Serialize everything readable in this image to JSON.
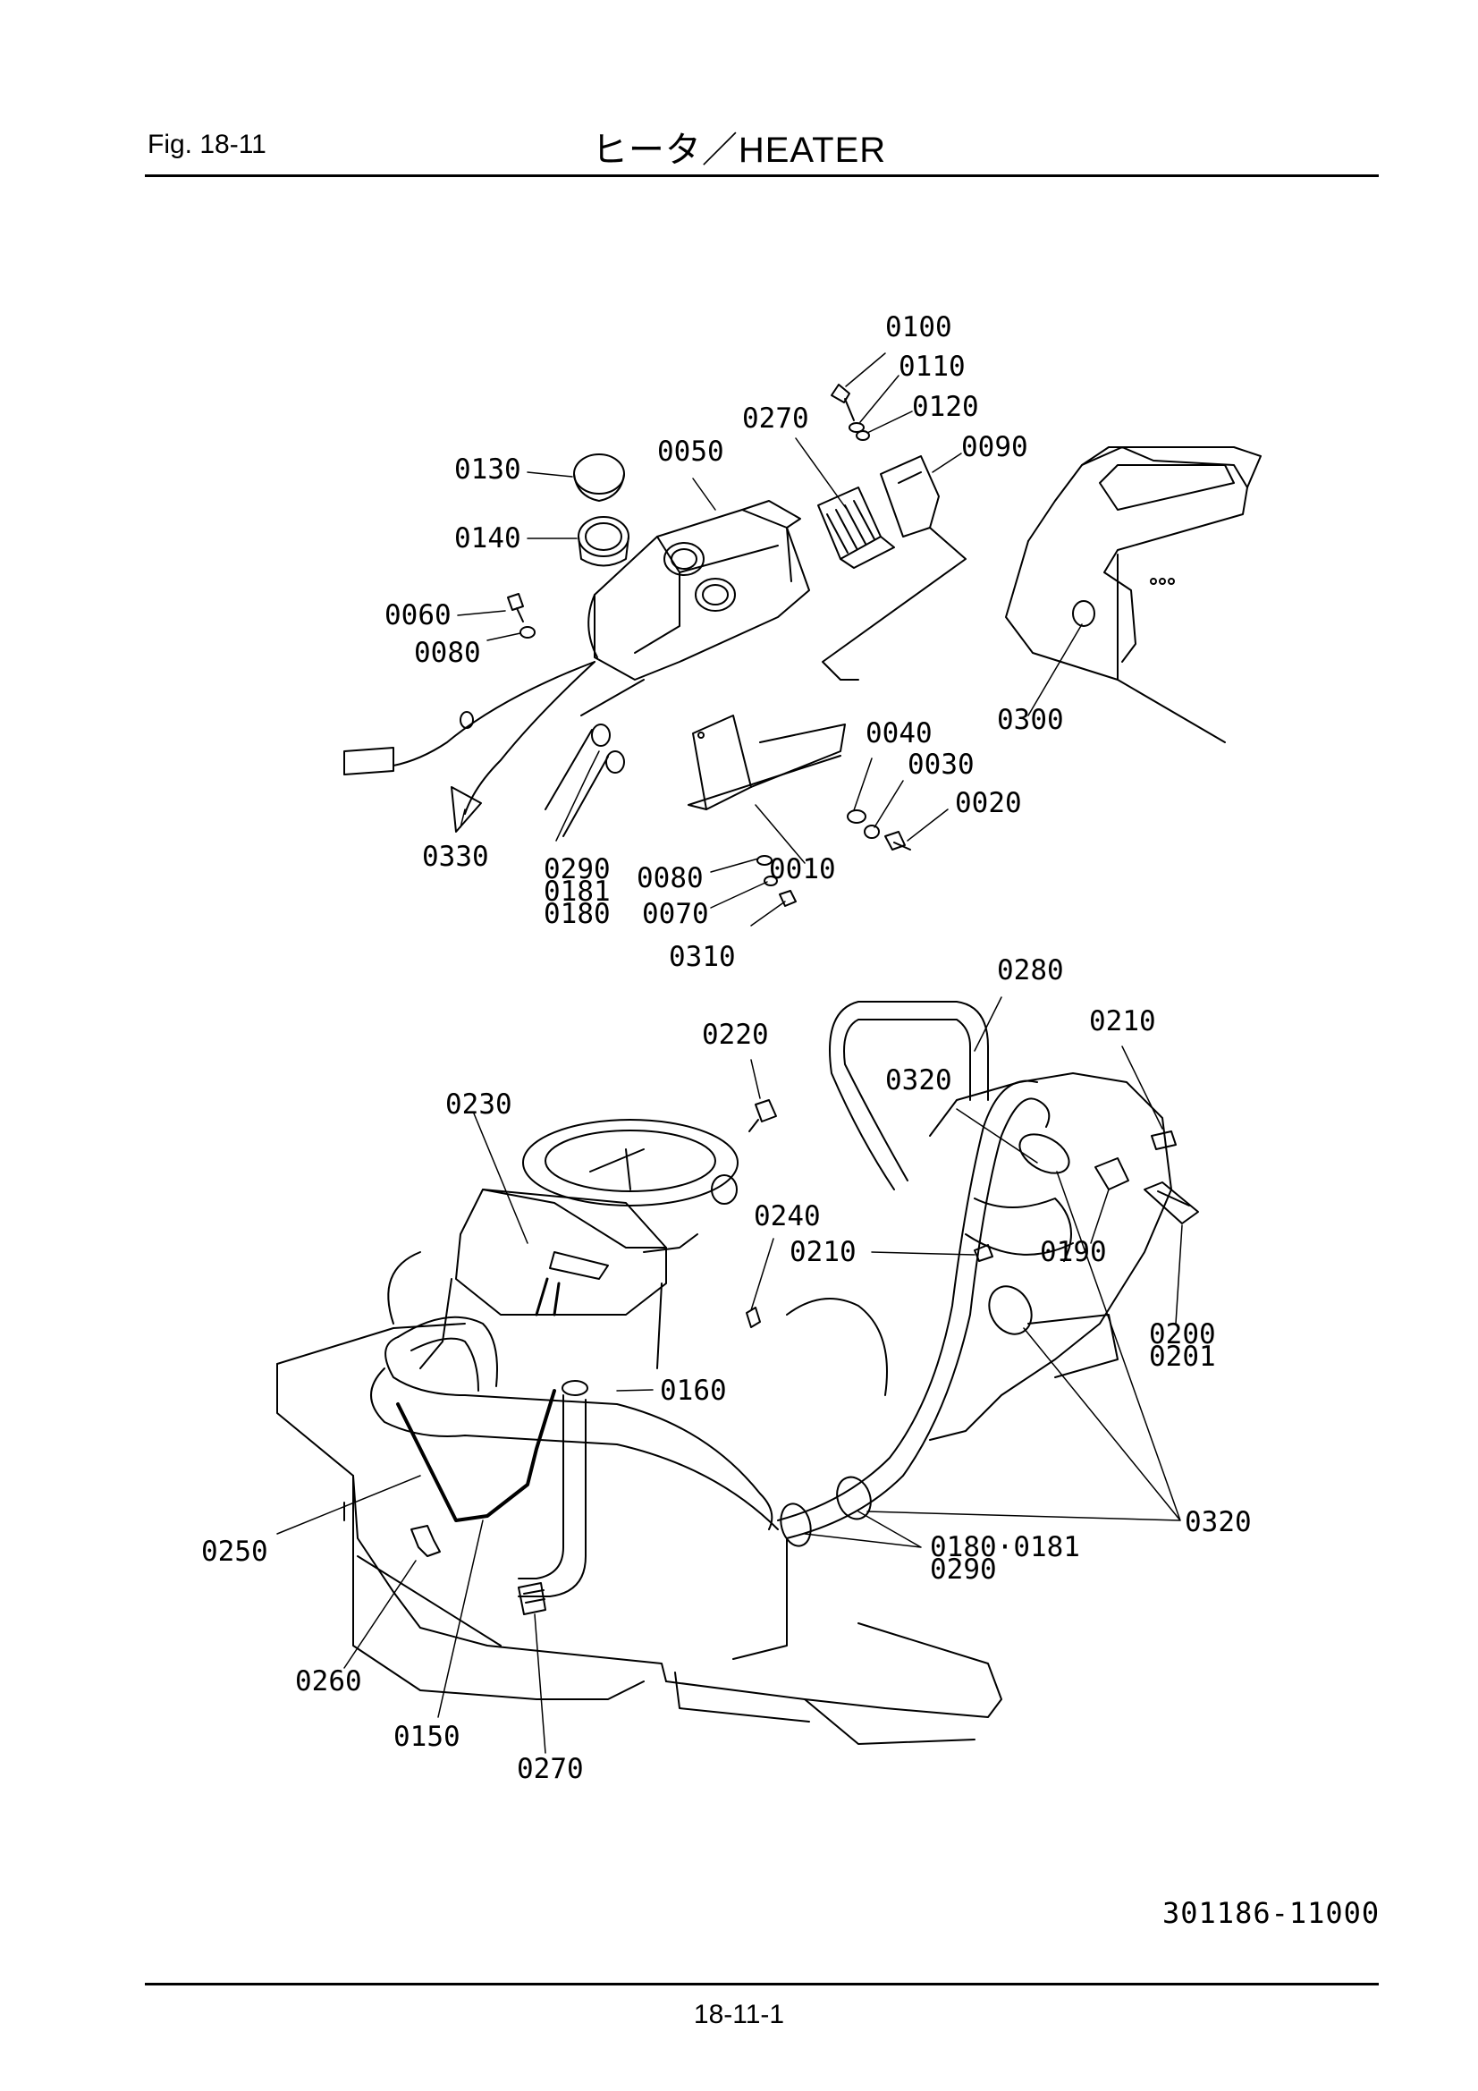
{
  "header": {
    "fig": "Fig.  18-11",
    "title": "ヒータ／HEATER"
  },
  "callouts": {
    "c0100": "0100",
    "c0110": "0110",
    "c0120": "0120",
    "c0270a": "0270",
    "c0090": "0090",
    "c0130": "0130",
    "c0050": "0050",
    "c0140": "0140",
    "c0060": "0060",
    "c0080a": "0080",
    "c0300": "0300",
    "c0040": "0040",
    "c0030": "0030",
    "c0020": "0020",
    "c0330": "0330",
    "c0290a": "0290",
    "c0181a": "0181",
    "c0180a": "0180",
    "c0080b": "0080",
    "c0010": "0010",
    "c0070": "0070",
    "c0310": "0310",
    "c0280": "0280",
    "c0220": "0220",
    "c0210a": "0210",
    "c0320a": "0320",
    "c0230": "0230",
    "c0240": "0240",
    "c0210b": "0210",
    "c0190": "0190",
    "c0200": "0200",
    "c0201": "0201",
    "c0160": "0160",
    "c0320b": "0320",
    "c0250": "0250",
    "c0180181": "0180·0181",
    "c0290b": "0290",
    "c0260": "0260",
    "c0150": "0150",
    "c0270b": "0270"
  },
  "footer": {
    "doc_number": "301186-11000",
    "page": "18-11-1"
  }
}
